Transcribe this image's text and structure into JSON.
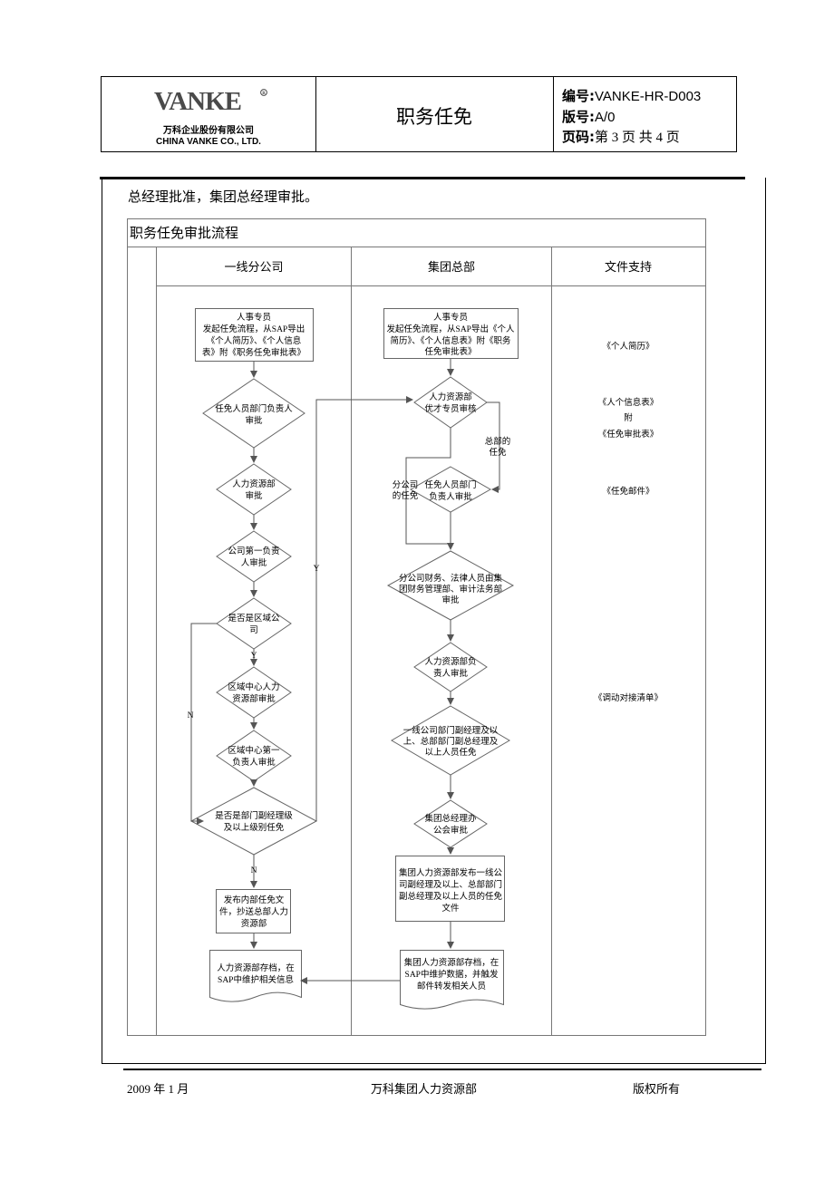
{
  "header": {
    "logo_text": "VANKE",
    "company_cn": "万科企业股份有限公司",
    "company_en": "CHINA VANKE CO., LTD.",
    "doc_title": "职务任免",
    "code_label": "编号:",
    "code_value": "VANKE-HR-D003",
    "version_label": "版号:",
    "version_value": "A/0",
    "page_label": "页码:",
    "page_value": "第 3 页 共 4 页"
  },
  "body": {
    "lead_text": "总经理批准，集团总经理审批。",
    "table_title": "职务任免审批流程",
    "columns": [
      "一线分公司",
      "集团总部",
      "文件支持"
    ]
  },
  "flow": {
    "left": {
      "n1": [
        "人事专员",
        "发起任免流程，从SAP导出",
        "《个人简历》、《个人信息",
        "表》附《职务任免审批表》"
      ],
      "d1": [
        "任免人员部门负责人",
        "审批"
      ],
      "d2": [
        "人力资源部",
        "审批"
      ],
      "d3": [
        "公司第一负责",
        "人审批"
      ],
      "d4": [
        "是否是区域公",
        "司"
      ],
      "d5": [
        "区域中心人力",
        "资源部审批"
      ],
      "d6": [
        "区域中心第一",
        "负责人审批"
      ],
      "d7": [
        "是否是部门副经理级",
        "及以上级别任免"
      ],
      "b1": [
        "发布内部任免文",
        "件，抄送总部人力",
        "资源部"
      ],
      "doc1": [
        "人力资源部存档，在",
        "SAP中维护相关信息"
      ]
    },
    "center": {
      "n1": [
        "人事专员",
        "发起任免流程，从SAP导出《个人",
        "简历》、《个人信息表》附《职务",
        "任免审批表》"
      ],
      "d1": [
        "人力资源部",
        "优才专员审核"
      ],
      "d2": [
        "任免人员部门",
        "负责人审批"
      ],
      "d3": [
        "分公司财务、法律人员由集",
        "团财务管理部、审计法务部",
        "审批"
      ],
      "d4": [
        "人力资源部负",
        "责人审批"
      ],
      "d5": [
        "一线公司部门副经理及以",
        "上、总部部门副总经理及",
        "以上人员任免"
      ],
      "d6": [
        "集团总经理办",
        "公会审批"
      ],
      "b1": [
        "集团人力资源部发布一线公",
        "司副经理及以上、总部部门",
        "副总经理及以上人员的任免",
        "文件"
      ],
      "doc1": [
        "集团人力资源部存档，在",
        "SAP中维护数据，并触发",
        "邮件转发相关人员"
      ]
    },
    "labels": {
      "hq_appoint": [
        "总部的",
        "任免"
      ],
      "branch_appoint": [
        "分公司",
        "的任免"
      ],
      "y": "Y",
      "n": "N"
    },
    "docs": {
      "f1": "《个人简历》",
      "f2": "《人个信息表》",
      "f3": "附",
      "f4": "《任免审批表》",
      "f5": "《任免邮件》",
      "f6": "《调动对接清单》"
    }
  },
  "footer": {
    "date": "2009 年 1 月",
    "dept": "万科集团人力资源部",
    "rights": "版权所有"
  }
}
